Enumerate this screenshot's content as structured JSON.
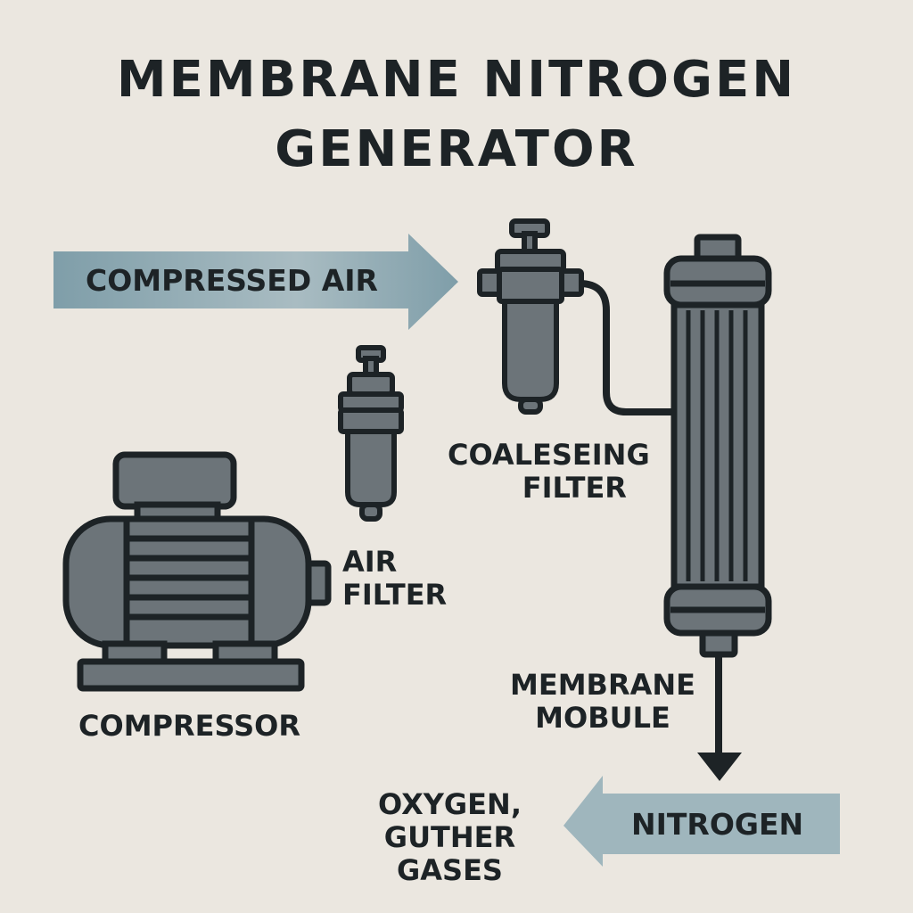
{
  "title_line1": "MEMBRANE NITROGEN",
  "title_line2": "GENERATOR",
  "arrows": {
    "compressed_air": "COMPRESSED AIR",
    "nitrogen": "NITROGEN"
  },
  "labels": {
    "coalescing_filter_line1": "COALESEING",
    "coalescing_filter_line2": "FILTER",
    "air_filter_line1": "AIR",
    "air_filter_line2": "FILTER",
    "compressor": "COMPRESSOR",
    "membrane_module_line1": "MEMBRANE",
    "membrane_module_line2": "MOBULE",
    "oxygen_line1": "OXYGEN,",
    "oxygen_line2": "GUTHER",
    "oxygen_line3": "GASES"
  },
  "colors": {
    "background": "#ebe7e0",
    "outline": "#1d2326",
    "equipment": "#6c7479",
    "arrow_fill": "#8fa9b3"
  }
}
